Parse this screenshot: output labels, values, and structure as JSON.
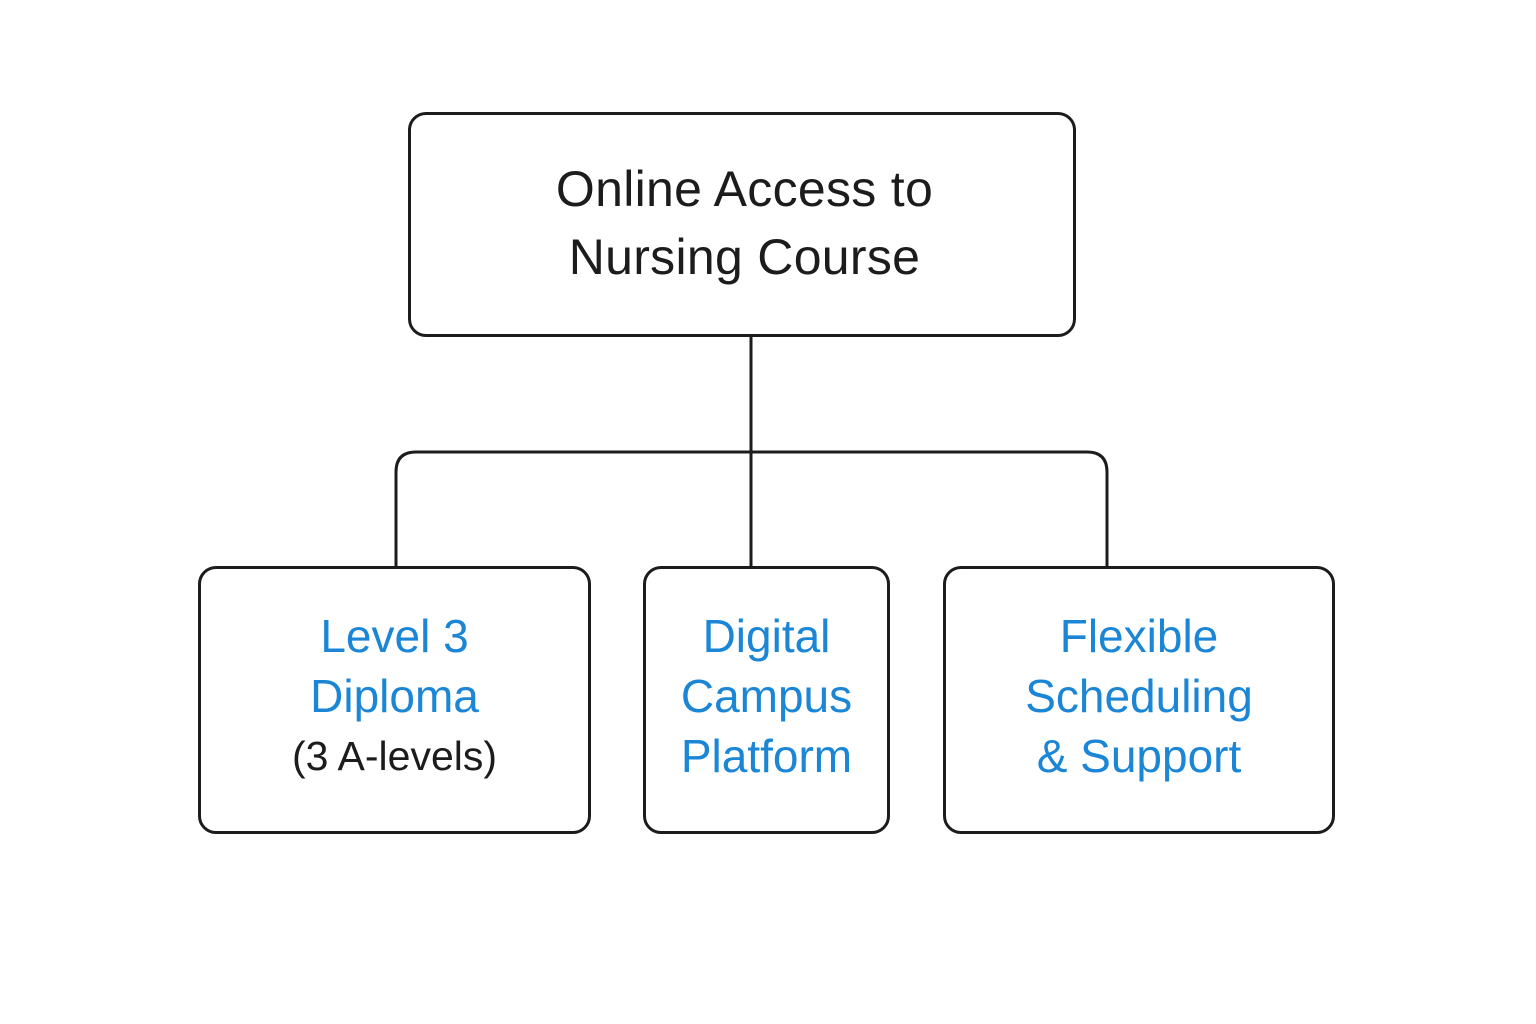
{
  "diagram": {
    "type": "hierarchy",
    "root": {
      "lines": [
        "Online Access to",
        "Nursing Course"
      ]
    },
    "children": [
      {
        "lines": [
          "Level 3",
          "Diploma"
        ],
        "sub": "(3 A-levels)"
      },
      {
        "lines": [
          "Digital",
          "Campus",
          "Platform"
        ]
      },
      {
        "lines": [
          "Flexible",
          "Scheduling",
          "& Support"
        ]
      }
    ],
    "colors": {
      "accent_text": "#1b86d6",
      "primary_text": "#1c1c1c",
      "border": "#1c1c1c",
      "background": "#ffffff"
    }
  }
}
